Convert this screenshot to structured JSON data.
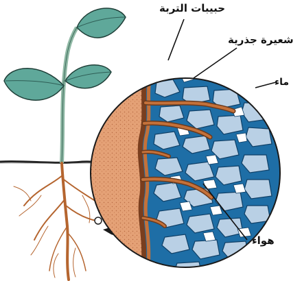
{
  "labels": {
    "soil_particles": "حبيبات التربة",
    "root_hair": "شعيرة جذرية",
    "water": "ماء",
    "air": "هواء"
  },
  "colors": {
    "leaf": "#5fa89a",
    "leaf_vein": "#2e5d55",
    "stem": "#8fb8a4",
    "root": "#c4713a",
    "root_dark": "#6b3a1c",
    "soil_surface": "#222222",
    "root_tissue": "#e4a176",
    "water": "#1e6ea6",
    "soil_particle": "#b9d0e5",
    "air": "#ffffff",
    "outline": "#1a1a1a"
  }
}
